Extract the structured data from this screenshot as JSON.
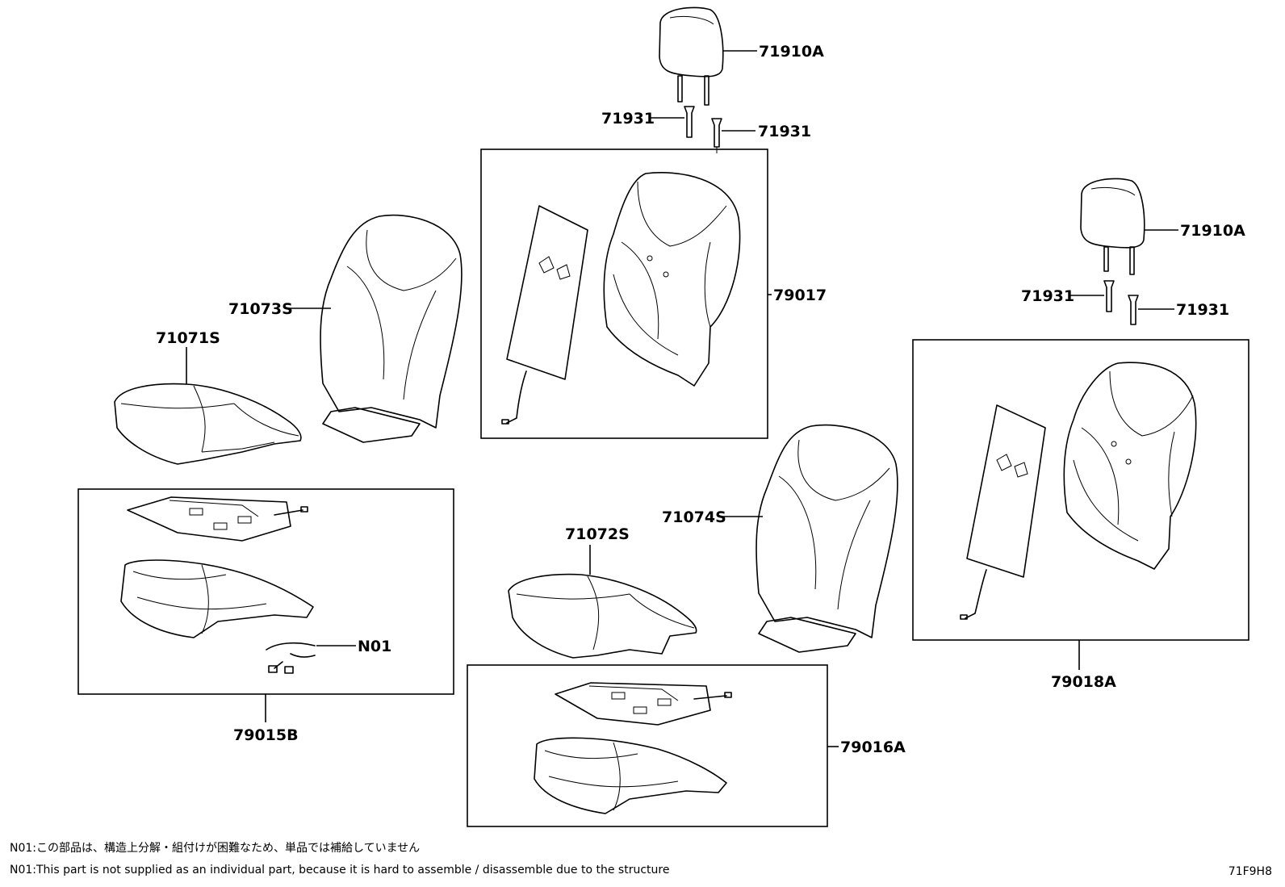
{
  "labels": {
    "hr1": "71910A",
    "hr1_s1": "71931",
    "hr1_s2": "71931",
    "hr2": "71910A",
    "hr2_s1": "71931",
    "hr2_s2": "71931",
    "back_box_1": "79017",
    "back_cover_1": "71073S",
    "cushion_cover_1": "71071S",
    "back_cover_2": "71074S",
    "cushion_cover_2": "71072S",
    "back_box_2": "79018A",
    "cushion_box_1": "79015B",
    "cushion_box_2": "79016A",
    "n01": "N01"
  },
  "notes": {
    "ja": "N01:この部品は、構造上分解・組付けが困難なため、単品では補給していません",
    "en": "N01:This part is not supplied as an individual part, because it is hard to assemble / disassemble due to the structure"
  },
  "diagram_code": "71F9H8"
}
